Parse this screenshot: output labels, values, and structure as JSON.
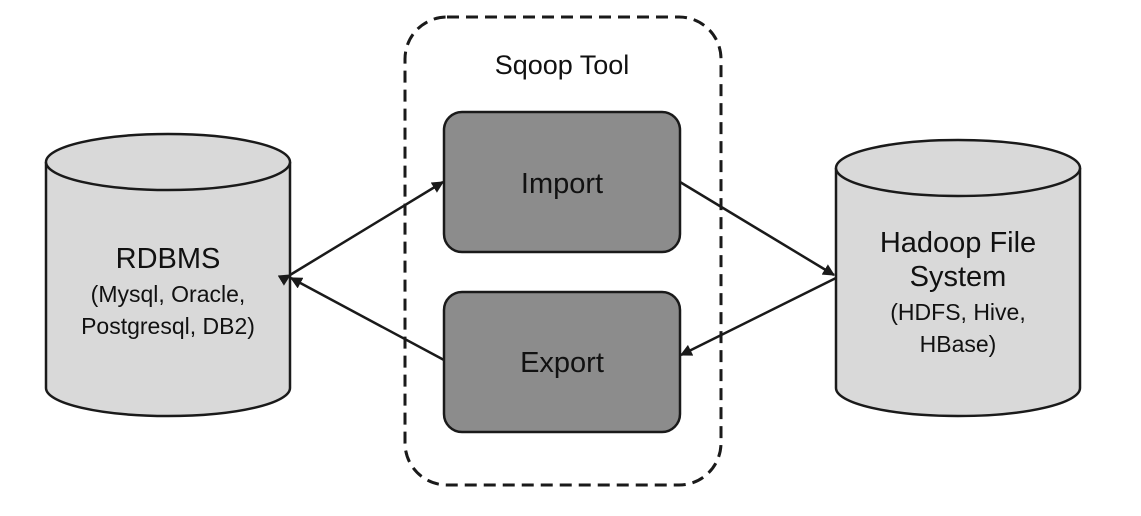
{
  "colors": {
    "background": "#ffffff",
    "cylinder_fill": "#d9d9d9",
    "cylinder_stroke": "#1a1a1a",
    "process_fill": "#8c8c8c",
    "process_stroke": "#1a1a1a",
    "container_stroke": "#1a1a1a",
    "arrow": "#1a1a1a"
  },
  "sqoop": {
    "title": "Sqoop Tool",
    "import_label": "Import",
    "export_label": "Export"
  },
  "rdbms": {
    "title": "RDBMS",
    "line1": "(Mysql, Oracle,",
    "line2": "Postgresql, DB2)"
  },
  "hadoop": {
    "title1": "Hadoop File",
    "title2": "System",
    "line1": "(HDFS, Hive,",
    "line2": "HBase)"
  }
}
